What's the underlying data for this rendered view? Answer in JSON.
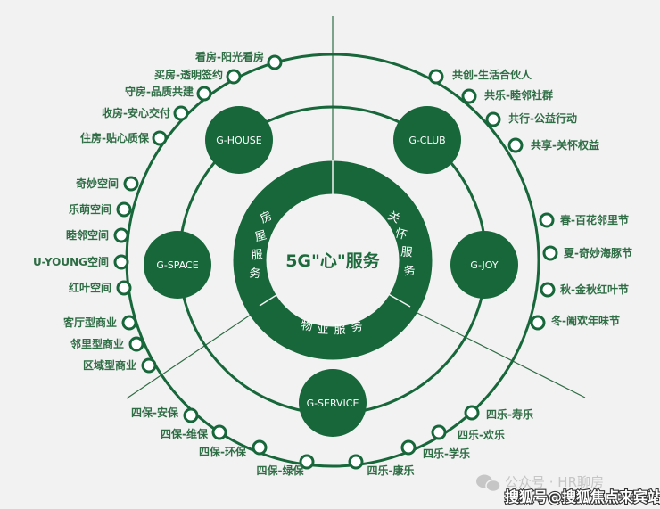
{
  "center_title": "5G\"心\"服务",
  "segments": {
    "house": [
      "房",
      "屋",
      "服",
      "务"
    ],
    "care": [
      "关",
      "怀",
      "服",
      "务"
    ],
    "property": [
      "物",
      "业",
      "服",
      "务"
    ]
  },
  "hubs": [
    "G-HOUSE",
    "G-CLUB",
    "G-SPACE",
    "G-JOY",
    "G-SERVICE"
  ],
  "ring_items": [
    "看房-阳光看房",
    "买房-透明签约",
    "守房-品质共建",
    "收房-安心交付",
    "住房-贴心质保",
    "奇妙空间",
    "乐萌空间",
    "睦邻空间",
    "U-YOUNG空间",
    "红叶空间",
    "客厅型商业",
    "邻里型商业",
    "区域型商业",
    "四保-安保",
    "四保-维保",
    "四保-环保",
    "四保-绿保",
    "四乐-康乐",
    "四乐-学乐",
    "四乐-欢乐",
    "四乐-寿乐",
    "冬-阖欢年味节",
    "秋-金秋红叶节",
    "夏-奇妙海豚节",
    "春-百花邻里节",
    "共享-关怀权益",
    "共行-公益行动",
    "共乐-睦邻社群",
    "共创-生活合伙人"
  ],
  "watermark": {
    "account": "公众号 · HR聊房",
    "source": "搜狐号@搜狐焦点来宾站"
  },
  "colors": {
    "primary": "#17673a",
    "text": "#2f6d45",
    "background": "#f2f2f2"
  }
}
